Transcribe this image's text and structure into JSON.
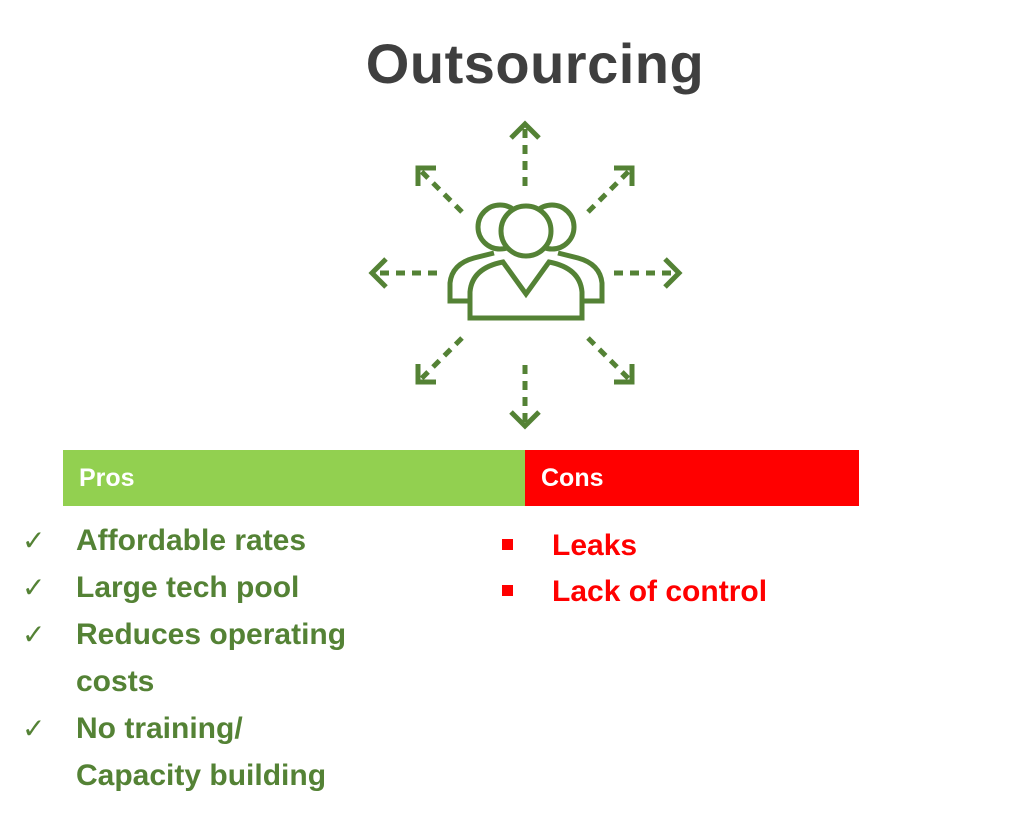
{
  "title": "Outsourcing",
  "icon": "people-with-arrows-outward-icon",
  "colors": {
    "icon_green": "#548235",
    "pros_bar": "#92d050",
    "cons_bar": "#ff0000",
    "pros_text": "#548235",
    "cons_text": "#ff0000",
    "title_text": "#3f3f3f"
  },
  "pros": {
    "header": "Pros",
    "items": [
      {
        "lines": [
          "Affordable rates"
        ]
      },
      {
        "lines": [
          "Large tech pool"
        ]
      },
      {
        "lines": [
          "Reduces operating",
          "costs"
        ]
      },
      {
        "lines": [
          "No training/",
          "Capacity building"
        ]
      }
    ]
  },
  "cons": {
    "header": "Cons",
    "items": [
      "Leaks",
      "Lack of control"
    ]
  }
}
